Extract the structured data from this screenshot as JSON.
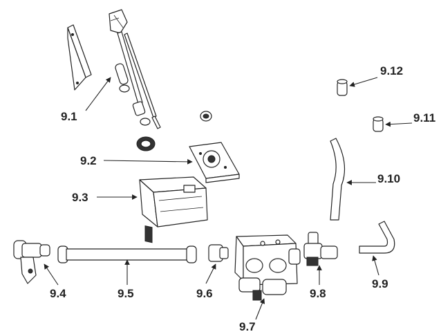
{
  "diagram": {
    "labels": {
      "p9_1": "9.1",
      "p9_2": "9.2",
      "p9_3": "9.3",
      "p9_4": "9.4",
      "p9_5": "9.5",
      "p9_6": "9.6",
      "p9_7": "9.7",
      "p9_8": "9.8",
      "p9_9": "9.9",
      "p9_10": "9.10",
      "p9_11": "9.11",
      "p9_12": "9.12"
    },
    "colors": {
      "line": "#222222",
      "fill": "#ffffff",
      "shade": "#333333"
    }
  }
}
